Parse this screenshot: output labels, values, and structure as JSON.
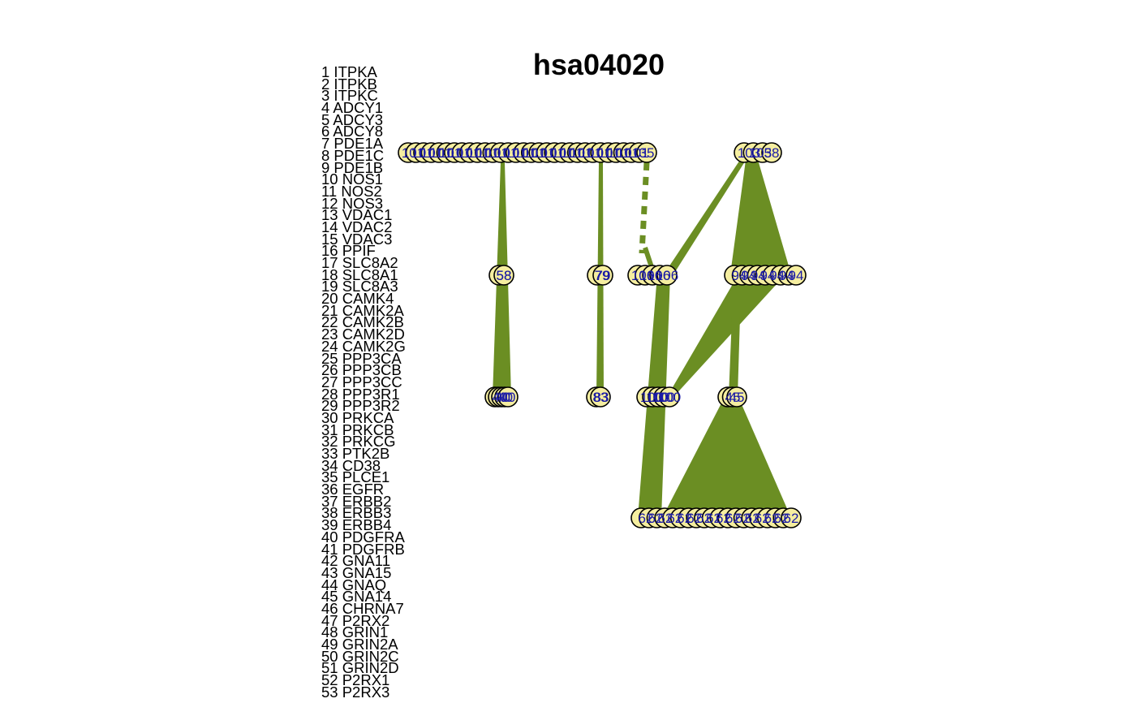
{
  "title": "hsa04020",
  "colors": {
    "edge": "#6b8e23",
    "node_fill": "#f5eea0",
    "node_stroke": "#000000",
    "node_label": "#1a1aa6",
    "legend_text": "#000000"
  },
  "legend": [
    "1 ITPKA",
    "2 ITPKB",
    "3 ITPKC",
    "4 ADCY1",
    "5 ADCY3",
    "6 ADCY8",
    "7 PDE1A",
    "8 PDE1C",
    "9 PDE1B",
    "10 NOS1",
    "11 NOS2",
    "12 NOS3",
    "13 VDAC1",
    "14 VDAC2",
    "15 VDAC3",
    "16 PPIF",
    "17 SLC8A2",
    "18 SLC8A1",
    "19 SLC8A3",
    "20 CAMK4",
    "21 CAMK2A",
    "22 CAMK2B",
    "23 CAMK2D",
    "24 CAMK2G",
    "25 PPP3CA",
    "26 PPP3CB",
    "27 PPP3CC",
    "28 PPP3R1",
    "29 PPP3R2",
    "30 PRKCA",
    "31 PRKCB",
    "32 PRKCG",
    "33 PTK2B",
    "34 CD38",
    "35 PLCE1",
    "36 EGFR",
    "37 ERBB2",
    "38 ERBB3",
    "39 ERBB4",
    "40 PDGFRA",
    "41 PDGFRB",
    "42 GNA11",
    "43 GNA15",
    "44 GNAQ",
    "45 GNA14",
    "46 CHRNA7",
    "47 P2RX2",
    "48 GRIN1",
    "49 GRIN2A",
    "50 GRIN2C",
    "51 GRIN2D",
    "52 P2RX1",
    "53 P2RX3"
  ],
  "node_groups": [
    {
      "id": "g1",
      "level": 1,
      "label": "101",
      "overflow_label": "35",
      "count": 32
    },
    {
      "id": "g2",
      "level": 1,
      "label": "103",
      "overflow_label": "58",
      "count": 4
    },
    {
      "id": "g3",
      "level": 2,
      "label": "58",
      "count": 2
    },
    {
      "id": "g4",
      "level": 2,
      "label": "79",
      "count": 2
    },
    {
      "id": "g5",
      "level": 2,
      "label": "106",
      "count": 5
    },
    {
      "id": "g6",
      "level": 2,
      "label": "94",
      "count": 9
    },
    {
      "id": "g7",
      "level": 3,
      "label": "40",
      "count": 5
    },
    {
      "id": "g8",
      "level": 3,
      "label": "83",
      "count": 2
    },
    {
      "id": "g9",
      "level": 3,
      "label": "100",
      "count": 5
    },
    {
      "id": "g10",
      "level": 3,
      "label": "45",
      "count": 3
    },
    {
      "id": "g11",
      "level": 4,
      "label": "62",
      "count": 20
    }
  ]
}
